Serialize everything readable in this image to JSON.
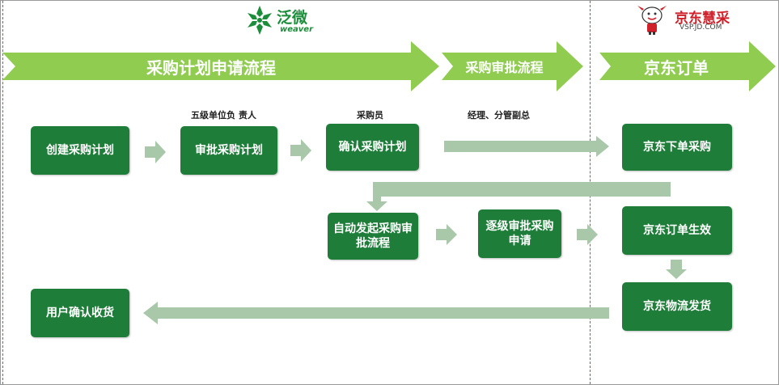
{
  "logos": {
    "weaver": {
      "name": "泛微",
      "sub": "weaver"
    },
    "jd": {
      "name": "京东慧采",
      "sub": "VSP.JD.COM"
    }
  },
  "phases": [
    {
      "label": "采购计划申请流程"
    },
    {
      "label": "采购审批流程"
    },
    {
      "label": "京东订单"
    }
  ],
  "roles": {
    "unit_head": "五级单位负 责人",
    "buyer": "采购员",
    "managers": "经理、分管副总"
  },
  "steps": {
    "create_plan": "创建采购计划",
    "approve_plan": "审批采购计划",
    "confirm_plan": "确认采购计划",
    "auto_start": "自动发起采购审批流程",
    "level_approve": "逐级审批采购申请",
    "jd_place_order": "京东下单采购",
    "jd_order_effective": "京东订单生效",
    "jd_ship": "京东物流发货",
    "user_receive": "用户确认收货"
  },
  "colors": {
    "banner_green": "#8fcc50",
    "box_green": "#1f7d3a",
    "flow_arrow": "#a9c7a9",
    "weaver_green": "#1c8d3a",
    "jd_red": "#d0202a"
  }
}
